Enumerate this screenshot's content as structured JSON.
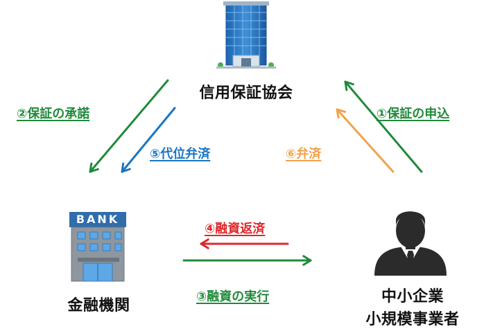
{
  "colors": {
    "green": "#1f8a3a",
    "blue": "#1b75c2",
    "orange": "#f0a24a",
    "red": "#e0262b",
    "text": "#111111"
  },
  "nodes": {
    "guarantee_association": {
      "label": "信用保証協会",
      "icon": "office-building-icon"
    },
    "bank": {
      "label": "金融機関",
      "icon": "bank-icon",
      "sign": "BANK"
    },
    "business": {
      "line1": "中小企業",
      "line2": "小規模事業者",
      "icon": "businessman-icon"
    }
  },
  "flows": {
    "step1": {
      "label": "①保証の申込",
      "color": "green"
    },
    "step2": {
      "label": "②保証の承諾",
      "color": "green"
    },
    "step3": {
      "label": "③融資の実行",
      "color": "green"
    },
    "step4": {
      "label": "④融資返済",
      "color": "red"
    },
    "step5": {
      "label": "⑤代位弁済",
      "color": "blue"
    },
    "step6": {
      "label": "⑥弁済",
      "color": "orange"
    }
  }
}
